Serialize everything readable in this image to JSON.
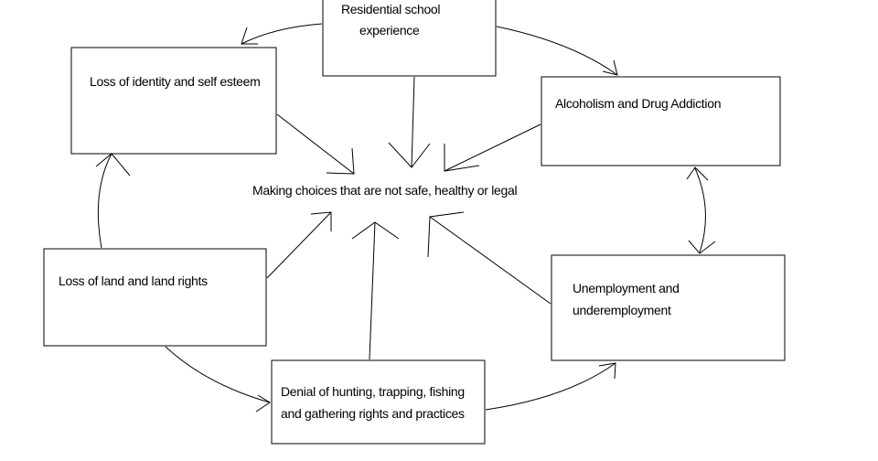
{
  "diagram": {
    "center": {
      "text": "Making choices that are not safe, healthy or legal"
    },
    "boxes": {
      "residential": {
        "lines": [
          "Residential school",
          "experience"
        ]
      },
      "identity": {
        "lines": [
          "Loss of identity and self esteem"
        ]
      },
      "alcohol": {
        "lines": [
          "Alcoholism and Drug Addiction"
        ]
      },
      "land": {
        "lines": [
          "Loss of land and land rights"
        ]
      },
      "unemployment": {
        "lines": [
          "Unemployment and",
          "underemployment"
        ]
      },
      "denial": {
        "lines": [
          "Denial of hunting, trapping, fishing",
          "and gathering rights and practices"
        ]
      }
    }
  }
}
